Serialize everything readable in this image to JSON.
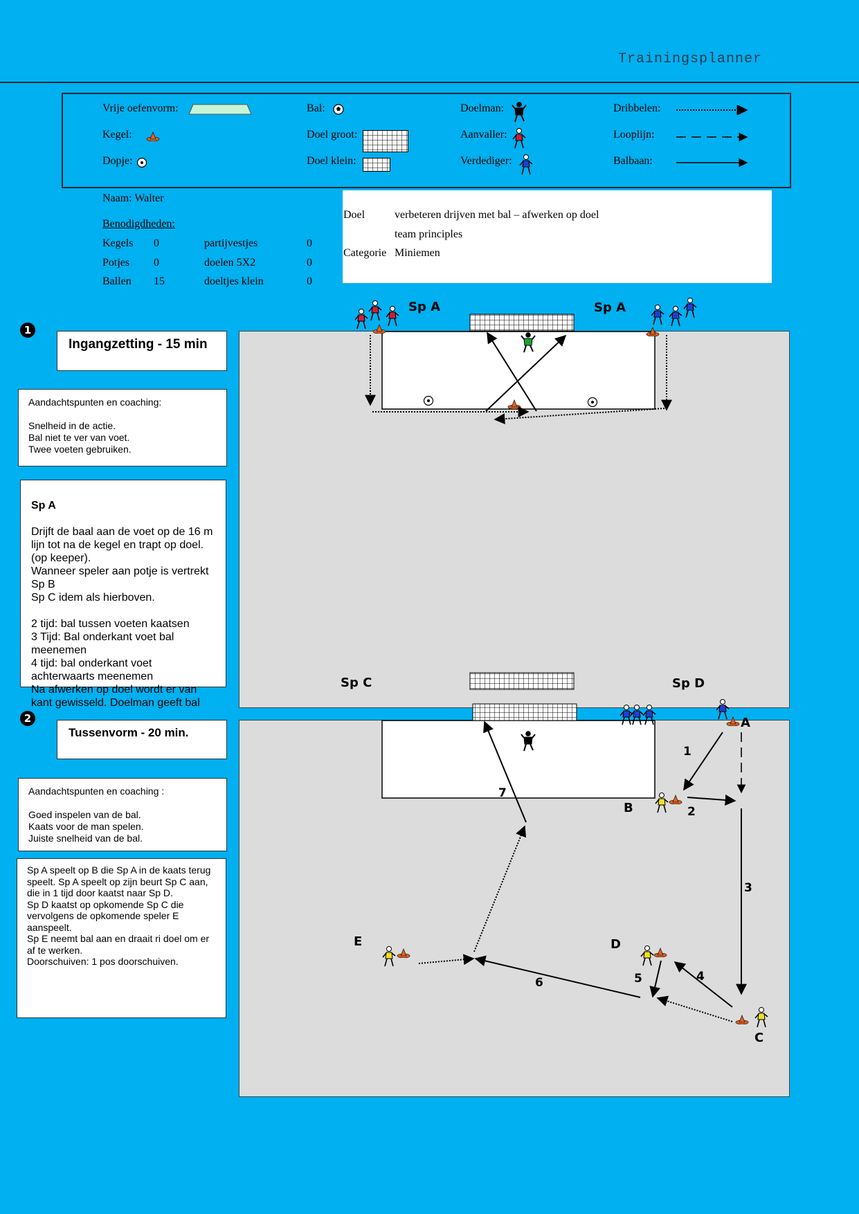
{
  "header": {
    "title": "Trainingsplanner"
  },
  "legend": {
    "vrije_oefenvorm": "Vrije oefenvorm:",
    "kegel": "Kegel:",
    "dopje": "Dopje:",
    "bal": "Bal:",
    "doel_groot": "Doel groot:",
    "doel_klein": "Doel klein:",
    "doelman": "Doelman:",
    "aanvaller": "Aanvaller:",
    "verdediger": "Verdediger:",
    "dribbelen": "Dribbelen:",
    "looplijn": "Looplijn:",
    "balbaan": "Balbaan:"
  },
  "naam": "Naam: Walter",
  "benodigdheden": {
    "title": "Benodigdheden:",
    "rows": [
      {
        "item1": "Kegels",
        "val1": "0",
        "item2": "partijvestjes",
        "val2": "0"
      },
      {
        "item1": "Potjes",
        "val1": "0",
        "item2": "doelen 5X2",
        "val2": "0"
      },
      {
        "item1": "Ballen",
        "val1": "15",
        "item2": "doeltjes klein",
        "val2": "0"
      }
    ]
  },
  "info": {
    "doel_label": "Doel",
    "doel_line1": "verbeteren drijven met bal – afwerken op doel",
    "doel_line2": "team principles",
    "categorie_label": "Categorie",
    "categorie_value": "Miniemen"
  },
  "exercise1": {
    "number": "❶",
    "title": "Ingangzetting - 15 min",
    "coaching": "Aandachtspunten en coaching:\n\nSnelheid in de actie.\nBal niet te ver van voet.\nTwee voeten gebruiken.",
    "desc_heading": "Sp A",
    "desc": "Drijft de baal aan de voet op de 16 m lijn tot na de kegel en trapt   op doel. (op keeper).\nWanneer speler aan potje is vertrekt Sp B\nSp C idem als hierboven.\n\n2 tijd: bal tussen voeten kaatsen\n3 Tijd: Bal onderkant voet bal meenemen\n4 tijd: bal onderkant voet achterwaarts meenemen\nNa afwerken op doel wordt er van kant gewisseld. Doelman geeft bal",
    "labels": {
      "sp_a_left": "Sp A",
      "sp_a_right": "Sp A",
      "sp_c": "Sp C",
      "sp_d": "Sp D"
    }
  },
  "exercise2": {
    "number": "❷",
    "title": "Tussenvorm - 20 min.",
    "coaching": "Aandachtspunten en coaching :\n\nGoed inspelen van de bal.\nKaats voor de man spelen.\nJuiste snelheid van de bal.",
    "desc": "Sp A speelt op B die Sp A in de kaats terug speelt.  Sp A speelt op zijn beurt Sp C aan, die in 1 tijd door kaatst naar Sp D.\nSp D kaatst op opkomende Sp C die vervolgens de opkomende speler E aanspeelt.\nSp E neemt bal aan en draait ri doel om er af  te werken.\nDoorschuiven: 1 pos doorschuiven.",
    "labels": {
      "a": "A",
      "b": "B",
      "c": "C",
      "d": "D",
      "e": "E",
      "n1": "1",
      "n2": "2",
      "n3": "3",
      "n4": "4",
      "n5": "5",
      "n6": "6",
      "n7": "7"
    }
  },
  "colors": {
    "background": "#00b0f0",
    "field": "#dcdcdc",
    "cone": "#e8601c",
    "attacker": "#cc1f3a",
    "defender": "#1f3fd6",
    "keeper_green": "#1f9e3a"
  }
}
